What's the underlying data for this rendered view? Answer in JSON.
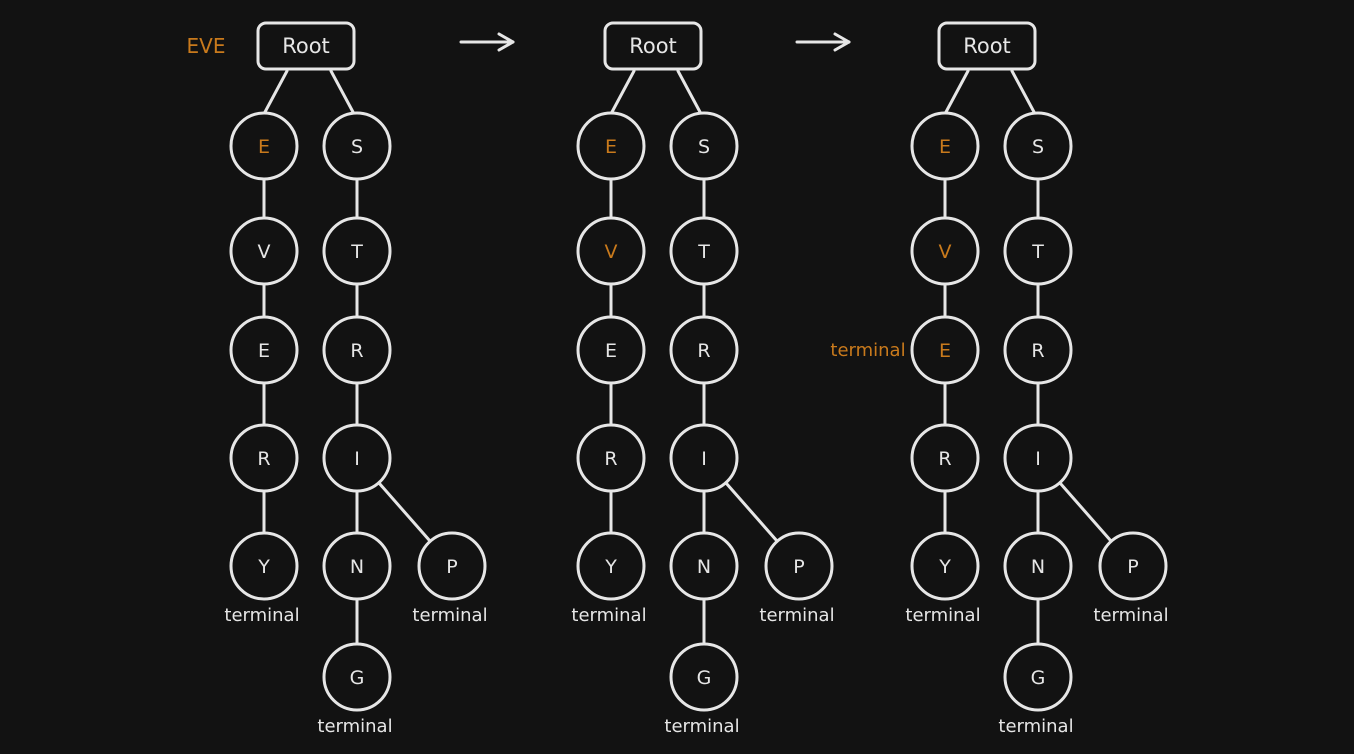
{
  "colors": {
    "background": "#121212",
    "stroke": "#e6e6e6",
    "text": "#e6e6e6",
    "highlight": "#c97a1c"
  },
  "query": "EVE",
  "panels": [
    {
      "root_label": "Root",
      "nodes": [
        {
          "id": "e1",
          "letter": "E",
          "highlight": true
        },
        {
          "id": "v",
          "letter": "V"
        },
        {
          "id": "e2",
          "letter": "E"
        },
        {
          "id": "r1",
          "letter": "R"
        },
        {
          "id": "y",
          "letter": "Y",
          "terminal_label": "terminal"
        },
        {
          "id": "s",
          "letter": "S"
        },
        {
          "id": "t",
          "letter": "T"
        },
        {
          "id": "r2",
          "letter": "R"
        },
        {
          "id": "i",
          "letter": "I"
        },
        {
          "id": "n",
          "letter": "N"
        },
        {
          "id": "g",
          "letter": "G",
          "terminal_label": "terminal"
        },
        {
          "id": "p",
          "letter": "P",
          "terminal_label": "terminal"
        }
      ]
    },
    {
      "root_label": "Root",
      "nodes": [
        {
          "id": "e1",
          "letter": "E",
          "highlight": true
        },
        {
          "id": "v",
          "letter": "V",
          "highlight": true
        },
        {
          "id": "e2",
          "letter": "E"
        },
        {
          "id": "r1",
          "letter": "R"
        },
        {
          "id": "y",
          "letter": "Y",
          "terminal_label": "terminal"
        },
        {
          "id": "s",
          "letter": "S"
        },
        {
          "id": "t",
          "letter": "T"
        },
        {
          "id": "r2",
          "letter": "R"
        },
        {
          "id": "i",
          "letter": "I"
        },
        {
          "id": "n",
          "letter": "N"
        },
        {
          "id": "g",
          "letter": "G",
          "terminal_label": "terminal"
        },
        {
          "id": "p",
          "letter": "P",
          "terminal_label": "terminal"
        }
      ]
    },
    {
      "root_label": "Root",
      "nodes": [
        {
          "id": "e1",
          "letter": "E",
          "highlight": true
        },
        {
          "id": "v",
          "letter": "V",
          "highlight": true
        },
        {
          "id": "e2",
          "letter": "E",
          "highlight": true,
          "side_label": "terminal"
        },
        {
          "id": "r1",
          "letter": "R"
        },
        {
          "id": "y",
          "letter": "Y",
          "terminal_label": "terminal"
        },
        {
          "id": "s",
          "letter": "S"
        },
        {
          "id": "t",
          "letter": "T"
        },
        {
          "id": "r2",
          "letter": "R"
        },
        {
          "id": "i",
          "letter": "I"
        },
        {
          "id": "n",
          "letter": "N"
        },
        {
          "id": "g",
          "letter": "G",
          "terminal_label": "terminal"
        },
        {
          "id": "p",
          "letter": "P",
          "terminal_label": "terminal"
        }
      ]
    }
  ]
}
